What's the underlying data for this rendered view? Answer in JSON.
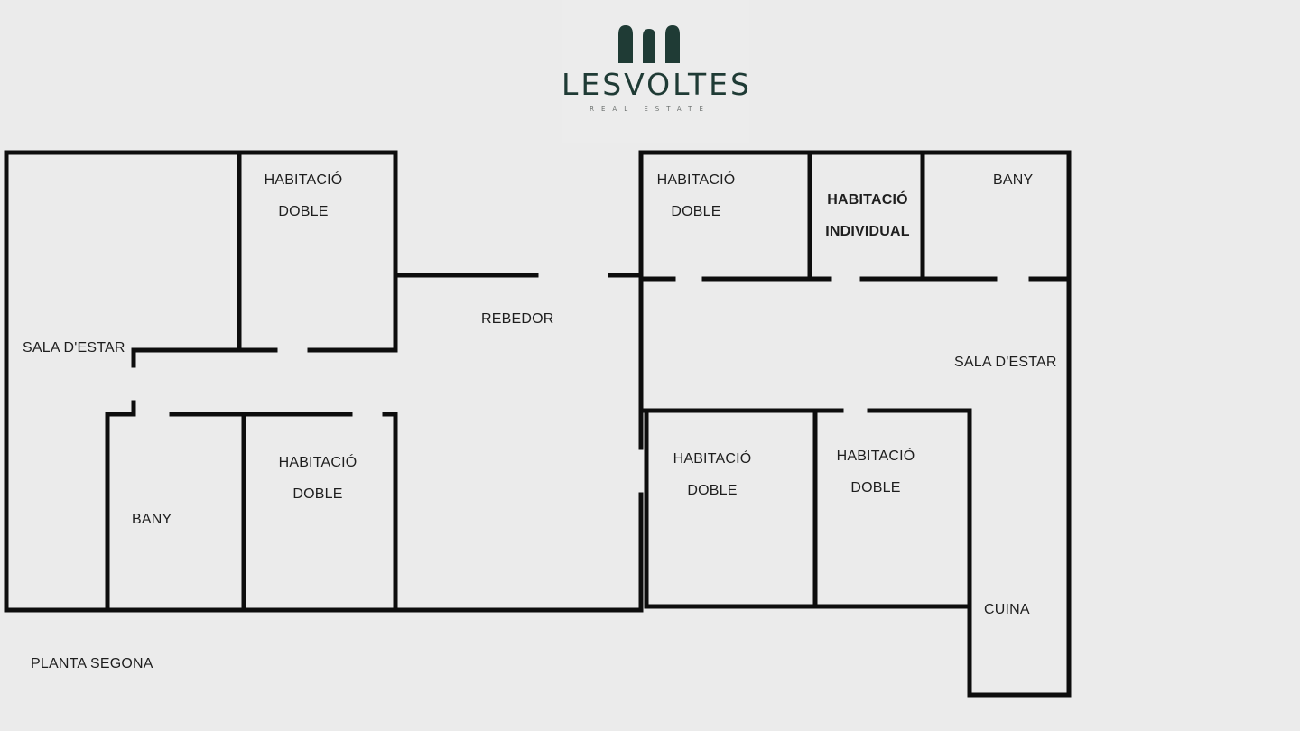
{
  "logo": {
    "name": "LESVOLTES",
    "tagline": "REAL ESTATE",
    "brand_color": "#1f3b35"
  },
  "floor_label": "PLANTA SEGONA",
  "colors": {
    "background": "#ebebeb",
    "wall": "#0d0d0d",
    "text": "#1e1e1e"
  },
  "rooms": {
    "west_living": "SALA D'ESTAR",
    "west_bedroom_top": [
      "HABITACIÓ",
      "DOBLE"
    ],
    "west_bedroom_bottom": [
      "HABITACIÓ",
      "DOBLE"
    ],
    "west_bathroom": "BANY",
    "hall": "REBEDOR",
    "east_bedroom_top": [
      "HABITACIÓ",
      "DOBLE"
    ],
    "east_single": [
      "HABITACIÓ",
      "INDIVIDUAL"
    ],
    "east_bathroom": "BANY",
    "east_living": "SALA D'ESTAR",
    "east_bedroom_left": [
      "HABITACIÓ",
      "DOBLE"
    ],
    "east_bedroom_right": [
      "HABITACIÓ",
      "DOBLE"
    ],
    "kitchen": "CUINA"
  }
}
